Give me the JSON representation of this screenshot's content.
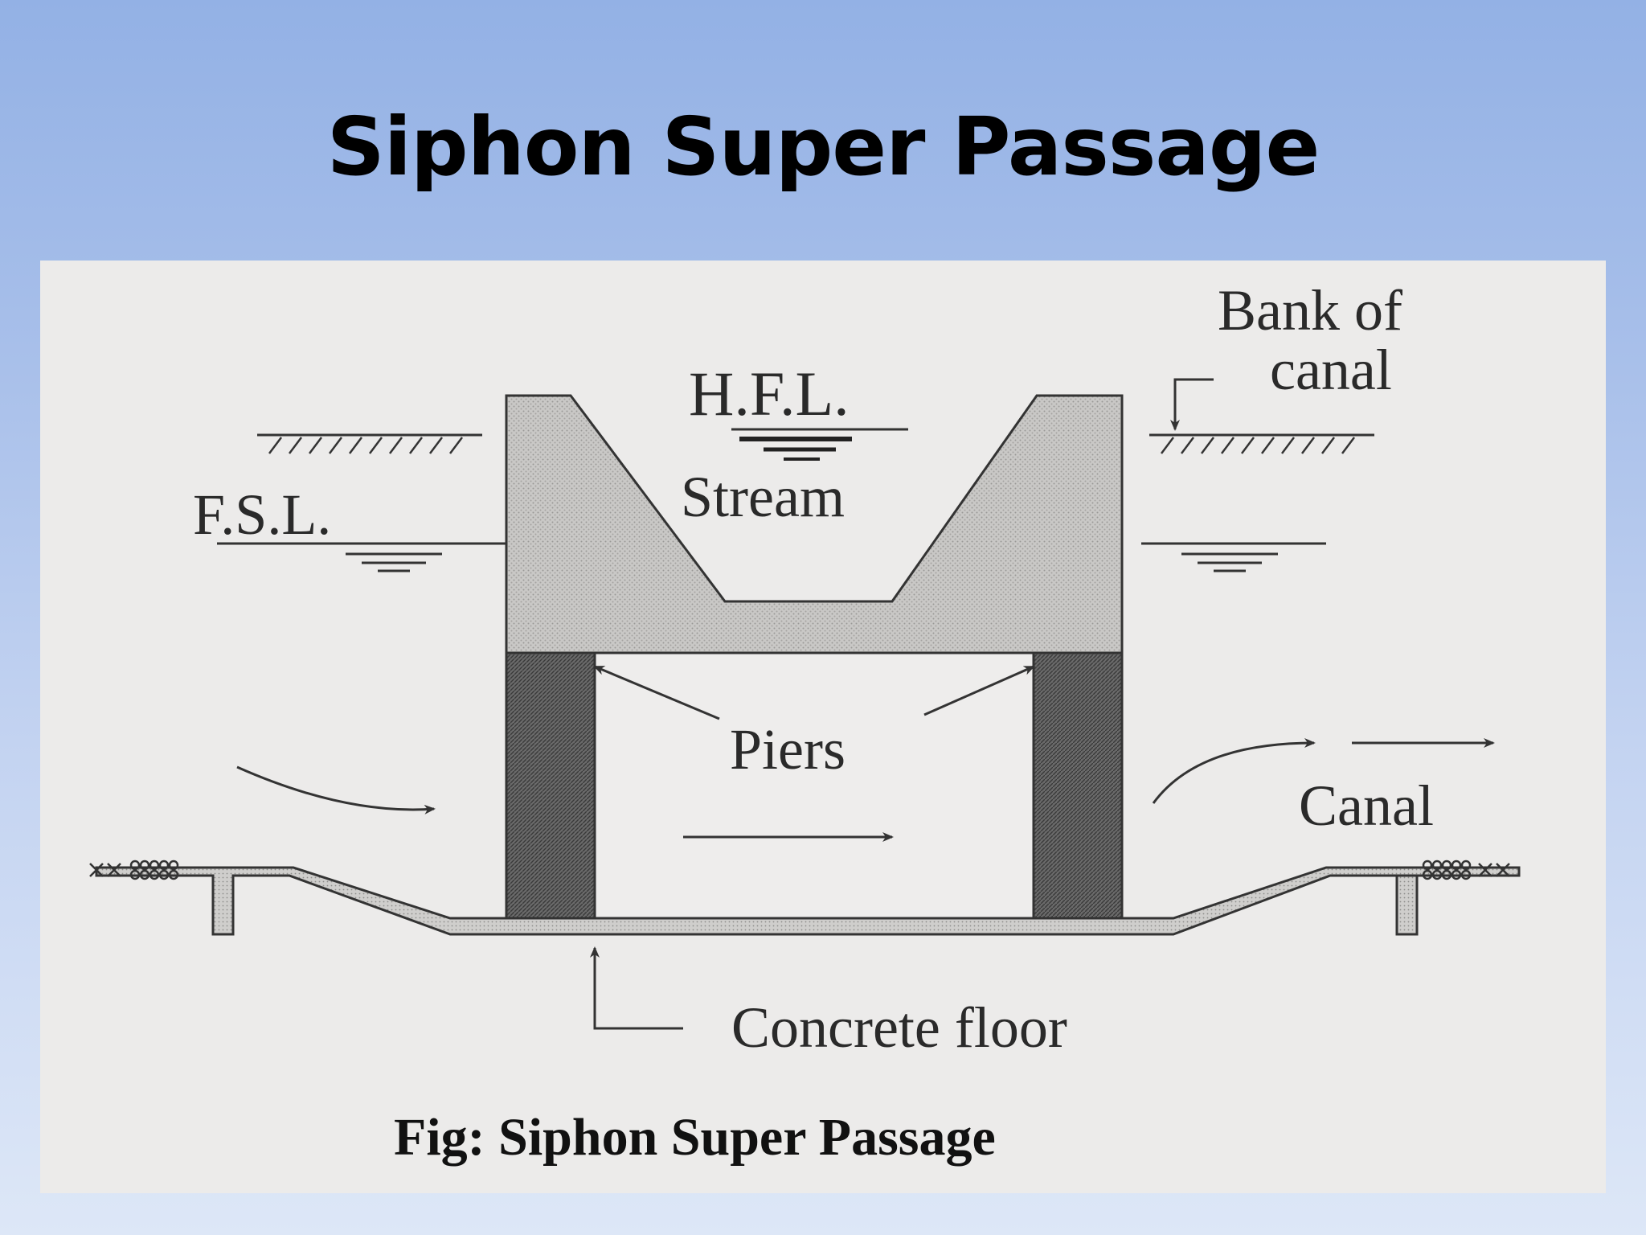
{
  "slide": {
    "title": "Siphon Super Passage"
  },
  "figure": {
    "labels": {
      "hfl": "H.F.L.",
      "stream": "Stream",
      "fsl": "F.S.L.",
      "bank_of": "Bank of",
      "canal_bank": "canal",
      "piers": "Piers",
      "canal": "Canal",
      "concrete_floor": "Concrete floor"
    },
    "caption": "Fig: Siphon Super Passage"
  }
}
